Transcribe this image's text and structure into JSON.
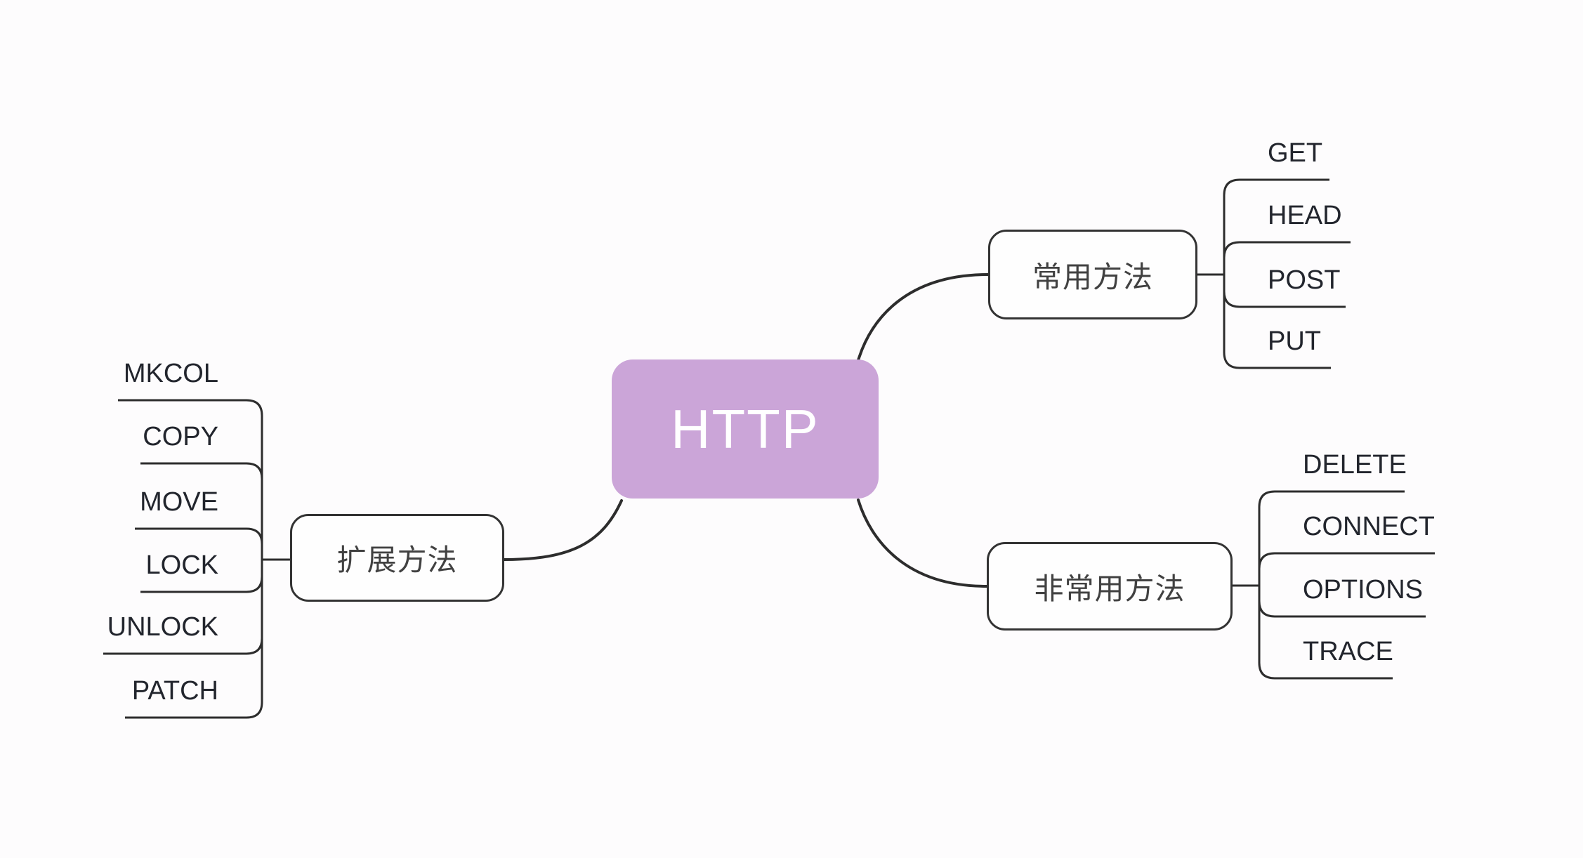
{
  "colors": {
    "background": "#FDFCFD",
    "line": "#2D2D2D",
    "root_fill": "#CBA5D8",
    "root_text": "#FFFFFF",
    "node_bg": "#FEFEFE",
    "node_border": "#333333",
    "node_text": "#414141",
    "child_text": "#22252D"
  },
  "root": {
    "label": "HTTP"
  },
  "branches": [
    {
      "label": "常用方法",
      "children": [
        "GET",
        "HEAD",
        "POST",
        "PUT"
      ]
    },
    {
      "label": "非常用方法",
      "children": [
        "DELETE",
        "CONNECT",
        "OPTIONS",
        "TRACE"
      ]
    },
    {
      "label": "扩展方法",
      "children": [
        "MKCOL",
        "COPY",
        "MOVE",
        "LOCK",
        "UNLOCK",
        "PATCH"
      ]
    }
  ]
}
